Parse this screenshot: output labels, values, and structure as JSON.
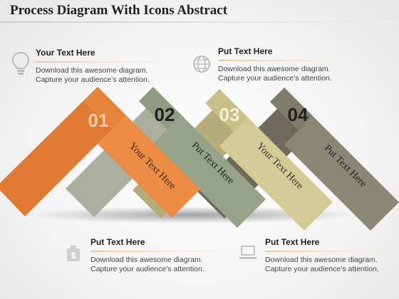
{
  "title": "Process Diagram With Icons Abstract",
  "steps": [
    {
      "number": "01",
      "label": "Your Text Here",
      "color": "#e8843a"
    },
    {
      "number": "02",
      "label": "Put Text Here",
      "color": "#8f9b83"
    },
    {
      "number": "03",
      "label": "Your Text Here",
      "color": "#c9c089"
    },
    {
      "number": "04",
      "label": "Put Text Here",
      "color": "#807c6b"
    }
  ],
  "blocks": {
    "top_left": {
      "heading": "Your Text Here",
      "line1": "Download this awesome diagram.",
      "line2": "Capture your audience’s attention.",
      "icon": "lightbulb-icon"
    },
    "top_right": {
      "heading": "Put Text Here",
      "line1": "Download this awesome diagram.",
      "line2": "Capture your audience’s attention.",
      "icon": "globe-icon"
    },
    "bottom_left": {
      "heading": "Put Text Here",
      "line1": "Download this awesome diagram.",
      "line2": "Capture your audience’s attention.",
      "icon": "money-bag-icon"
    },
    "bottom_right": {
      "heading": "Put Text Here",
      "line1": "Download this awesome diagram.",
      "line2": "Capture your audience’s attention.",
      "icon": "laptop-icon"
    }
  }
}
